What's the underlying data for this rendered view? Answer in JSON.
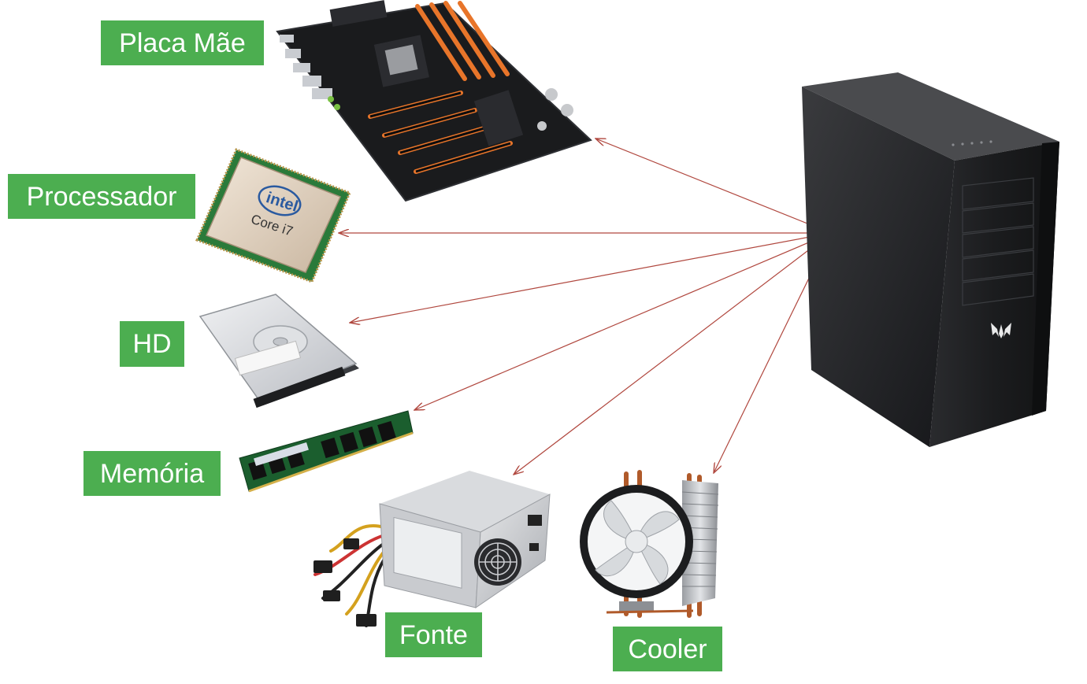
{
  "colors": {
    "label_background": "#4cae50",
    "label_text": "#ffffff",
    "arrow": "#b0473e",
    "case_body": "#1f2022",
    "orange_accent": "#e8752a"
  },
  "components": {
    "placa_mae": {
      "label": "Placa Mãe",
      "icon": "motherboard-icon"
    },
    "processador": {
      "label": "Processador",
      "icon": "cpu-icon",
      "brand_text": "intel",
      "model_text": "Core i7"
    },
    "hd": {
      "label": "HD",
      "icon": "hard-drive-icon"
    },
    "memoria": {
      "label": "Memória",
      "icon": "ram-module-icon"
    },
    "fonte": {
      "label": "Fonte",
      "icon": "power-supply-icon"
    },
    "cooler": {
      "label": "Cooler",
      "icon": "cpu-cooler-icon"
    }
  },
  "case": {
    "icon": "pc-tower-case-icon"
  }
}
